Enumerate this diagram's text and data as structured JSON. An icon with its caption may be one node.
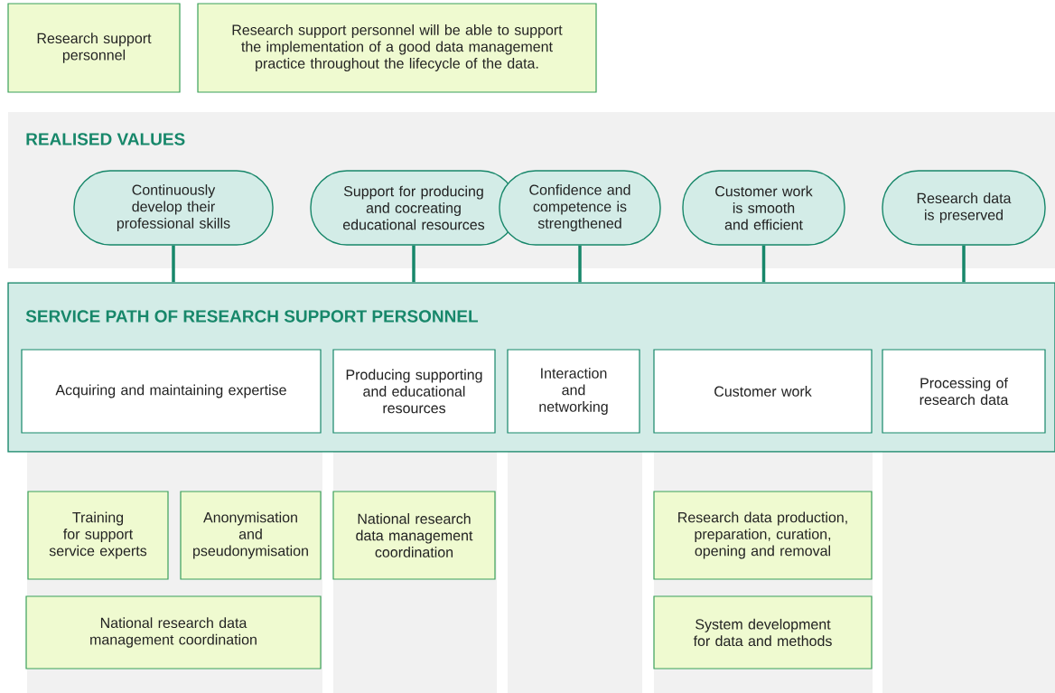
{
  "diagram": {
    "nodes": [
      {
        "text": [
          "Research support personnel"
        ]
      },
      {
        "text": [
          "Research support personnel will be able to support the implementation of a good data management practice throughout the lifecycle of the data."
        ]
      },
      {
        "text": [
          "REALISED VALUES"
        ]
      },
      {
        "text": [
          "Continuously develop their professional skills"
        ],
        "in": 2
      },
      {
        "text": [
          "Support for producing and cocreating educational resources"
        ],
        "in": 2
      },
      {
        "text": [
          "Confidence and competence is strengthened"
        ],
        "in": 2
      },
      {
        "text": [
          "Customer work is smooth and efficient"
        ],
        "in": 2
      },
      {
        "text": [
          "Research data is preserved"
        ],
        "in": 2
      },
      {
        "text": [
          "SERVICE PATH OF RESEARCH SUPPORT PERSONNEL"
        ]
      },
      {
        "text": [
          "Acquiring and maintaining expertise"
        ],
        "in": 8
      },
      {
        "text": [
          "Producing supporting and educational resources"
        ],
        "in": 8
      },
      {
        "text": [
          "Interaction and networking"
        ],
        "in": 8
      },
      {
        "text": [
          "Customer work"
        ],
        "in": 8
      },
      {
        "text": [
          "Processing of research data"
        ],
        "in": 8
      },
      {
        "text": [
          "Training for support service experts"
        ]
      },
      {
        "text": [
          "Anonymisation and pseudonymisation"
        ]
      },
      {
        "text": [
          "National research data management coordination"
        ]
      },
      {
        "text": [
          "National research data management coordination"
        ]
      },
      {
        "text": [
          "Research data production, preparation, curation, opening and removal"
        ]
      },
      {
        "text": [
          "System development for data and methods"
        ]
      }
    ],
    "edges": [
      {
        "from": 3,
        "to": 8,
        "arrow": "none"
      },
      {
        "from": 4,
        "to": 8,
        "arrow": "none"
      },
      {
        "from": 5,
        "to": 8,
        "arrow": "none"
      },
      {
        "from": 6,
        "to": 8,
        "arrow": "none"
      },
      {
        "from": 7,
        "to": 8,
        "arrow": "none"
      }
    ]
  }
}
